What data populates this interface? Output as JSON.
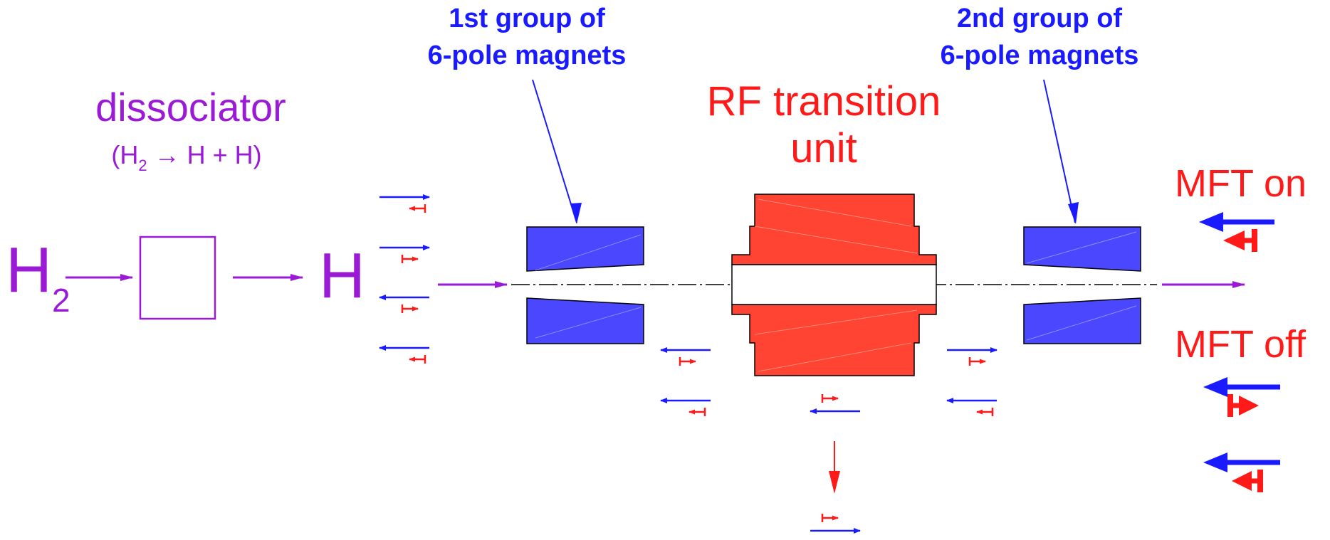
{
  "colors": {
    "blue": "#1a1aff",
    "magnet_blue": "#4a47ff",
    "red": "#ff1a1a",
    "rf_red": "#ff4433",
    "purple": "#9a1ad6"
  },
  "labels": {
    "group1_line1": "1st group of",
    "group1_line2": "6-pole magnets",
    "group2_line1": "2nd  group of",
    "group2_line2": "6-pole magnets",
    "rf_line1": "RF transition",
    "rf_line2": "unit",
    "dissociator": "dissociator",
    "reaction_open": "(H",
    "reaction_sub": "2",
    "reaction_rest": " → H + H)",
    "h2_main": "H",
    "h2_sub": "2",
    "h_out": "H",
    "mft_on": "MFT on",
    "mft_off": "MFT off"
  },
  "icons": {
    "electron_spin": "long-blue-arrow",
    "proton_spin": "short-red-arrow-with-bar",
    "beam": "purple-arrow",
    "beam_axis": "dash-dot-line"
  }
}
